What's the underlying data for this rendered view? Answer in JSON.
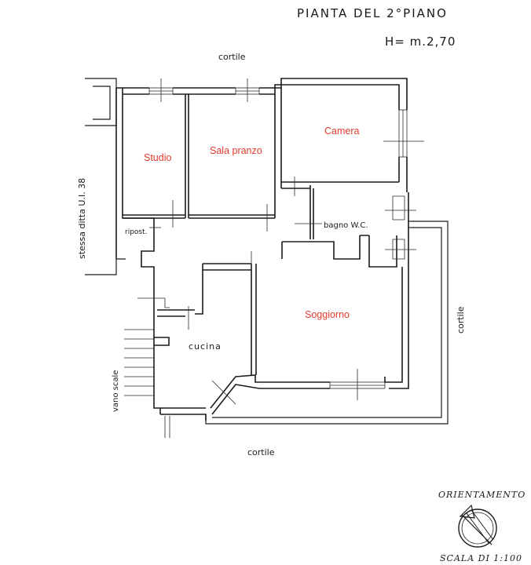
{
  "title": "PIANTA DEL 2°PIANO",
  "height_note": "H= m.2,70",
  "surroundings": {
    "top": "cortile",
    "bottom": "cortile",
    "right": "cortile",
    "left_neighbor": "stessa ditta U.I. 38",
    "stairwell": "vano scale"
  },
  "rooms": {
    "studio": "Studio",
    "sala_pranzo": "Sala pranzo",
    "camera": "Camera",
    "bagno": "bagno W.C.",
    "ripostiglio": "ripost.",
    "cucina": "cucina",
    "soggiorno": "Soggiorno"
  },
  "colors": {
    "room_label": "#e23a2e",
    "ink": "#1c1c1c"
  },
  "orientation": {
    "label": "ORIENTAMENTO",
    "scale": "SCALA DI 1:100",
    "icon": "north-arrow-icon"
  }
}
